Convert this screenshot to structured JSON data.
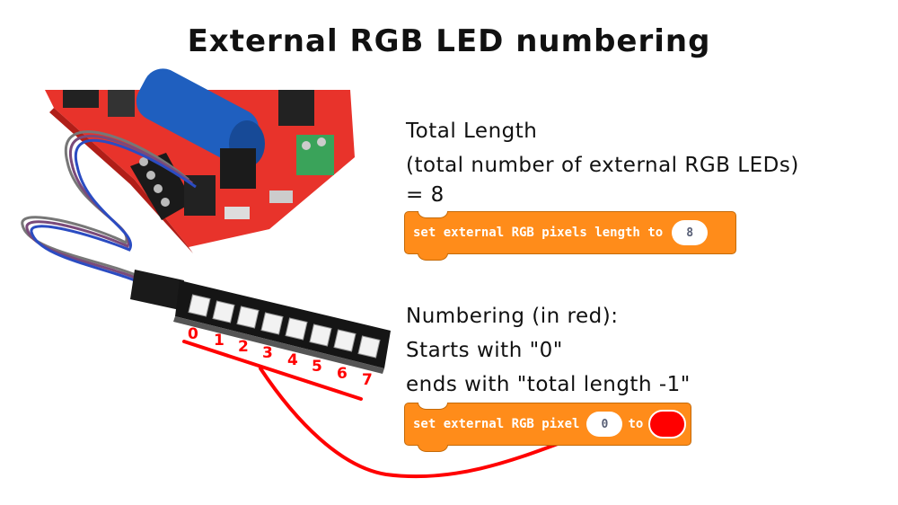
{
  "title": "External RGB LED numbering",
  "total_length_note": {
    "line1": "Total Length",
    "line2": "(total number of external RGB LEDs)",
    "line3": "= 8"
  },
  "length_block": {
    "label": "set external RGB pixels length to",
    "value": "8",
    "color": "#ff8c1a"
  },
  "numbering_note": {
    "line1": "Numbering (in red):",
    "line2": "Starts with \"0\"",
    "line3": "ends with \"total length -1\""
  },
  "pixel_block": {
    "label": "set external RGB pixel",
    "index": "0",
    "to_label": "to",
    "pixel_color": "#ff0000",
    "color": "#ff8c1a"
  },
  "led_strip": {
    "led_count": 8,
    "numbers": [
      "0",
      "1",
      "2",
      "3",
      "4",
      "5",
      "6",
      "7"
    ],
    "annotation_color": "#ff0000"
  },
  "board": {
    "description": "red controller board with blue battery, connected by ribbon cable to LED strip"
  }
}
